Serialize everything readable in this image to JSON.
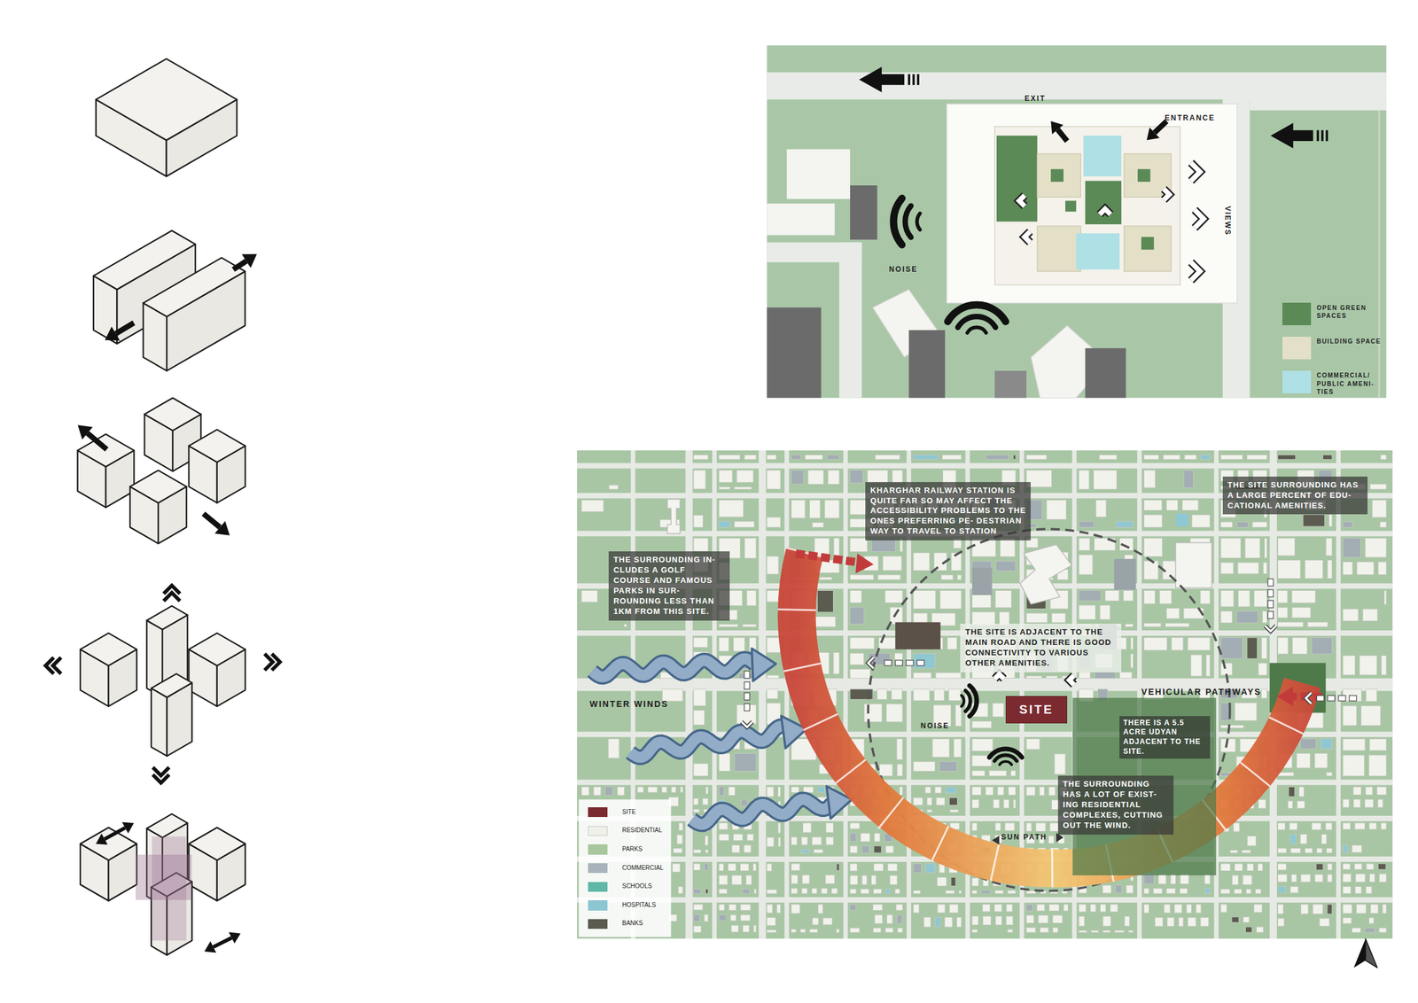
{
  "diagram": {
    "nodes": [
      {
        "text": [
          "KHARGHAR RAILWAY STATION IS QUITE FAR SO MAY AFFECT THE ACCESSIBILITY PROBLEMS TO THE ONES PREFERRING PE- DESTRIAN WAY TO TRAVEL TO STATION"
        ]
      },
      {
        "text": [
          "THE SITE SURROUNDING HAS A LARGE PERCENT OF EDU- CATIONAL AMENITIES."
        ]
      },
      {
        "text": [
          "THE SURROUNDING IN- CLUDES A GOLF COURSE AND FAMOUS PARKS IN SUR- ROUNDING LESS THAN 1KM FROM THIS SITE."
        ]
      },
      {
        "text": [
          "THE SITE IS ADJACENT TO THE MAIN ROAD AND THERE IS GOOD CONNECTIVITY TO VARIOUS OTHER AMENITIES."
        ]
      },
      {
        "text": [
          "SITE"
        ]
      },
      {
        "text": [
          "THERE IS A 5.5 ACRE UDYAN ADJACENT TO THE SITE."
        ]
      },
      {
        "text": [
          "THE SURROUNDING HAS A LOT OF EXIST- ING RESIDENTIAL COMPLEXES, CUTTING OUT THE WIND."
        ]
      }
    ],
    "labels": [
      "EXIT",
      "ENTRANCE",
      "VIEWS",
      "NOISE",
      "WINTER WINDS",
      "NOISE",
      "VEHICULAR PATHWAYS",
      "SUN PATH"
    ],
    "legend": [
      {
        "text": "OPEN GREEN SPACES",
        "color": "#5b8a56"
      },
      {
        "text": "BUILDING SPACE",
        "color": "#e4e0c8"
      },
      {
        "text": "COMMERCIAL/ PUBLIC AMENI- TIES",
        "color": "#aee0e6"
      },
      {
        "text": "SITE",
        "color": "#7b2b30"
      },
      {
        "text": "RESIDENTIAL",
        "color": "#f0f0ea"
      },
      {
        "text": "PARKS",
        "color": "#a9c79e"
      },
      {
        "text": "COMMERCIAL",
        "color": "#a8b3bb"
      },
      {
        "text": "SCHOOLS",
        "color": "#5fb8a6"
      },
      {
        "text": "HOSPITALS",
        "color": "#8cc6d2"
      },
      {
        "text": "BANKS",
        "color": "#5a5a4e"
      }
    ]
  }
}
